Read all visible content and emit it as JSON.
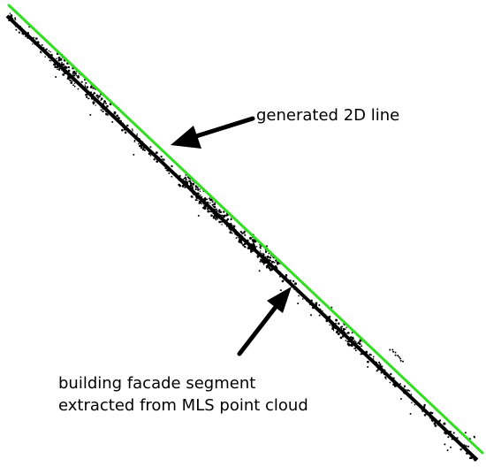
{
  "figure": {
    "labels": {
      "generated_line": "generated 2D line",
      "facade_segment_line1": "building facade segment",
      "facade_segment_line2": "extracted from MLS point cloud"
    },
    "colors": {
      "background": "#ffffff",
      "generated_line": "#33dd22",
      "point_cloud": "#000000",
      "arrow": "#000000",
      "text": "#000000"
    }
  }
}
